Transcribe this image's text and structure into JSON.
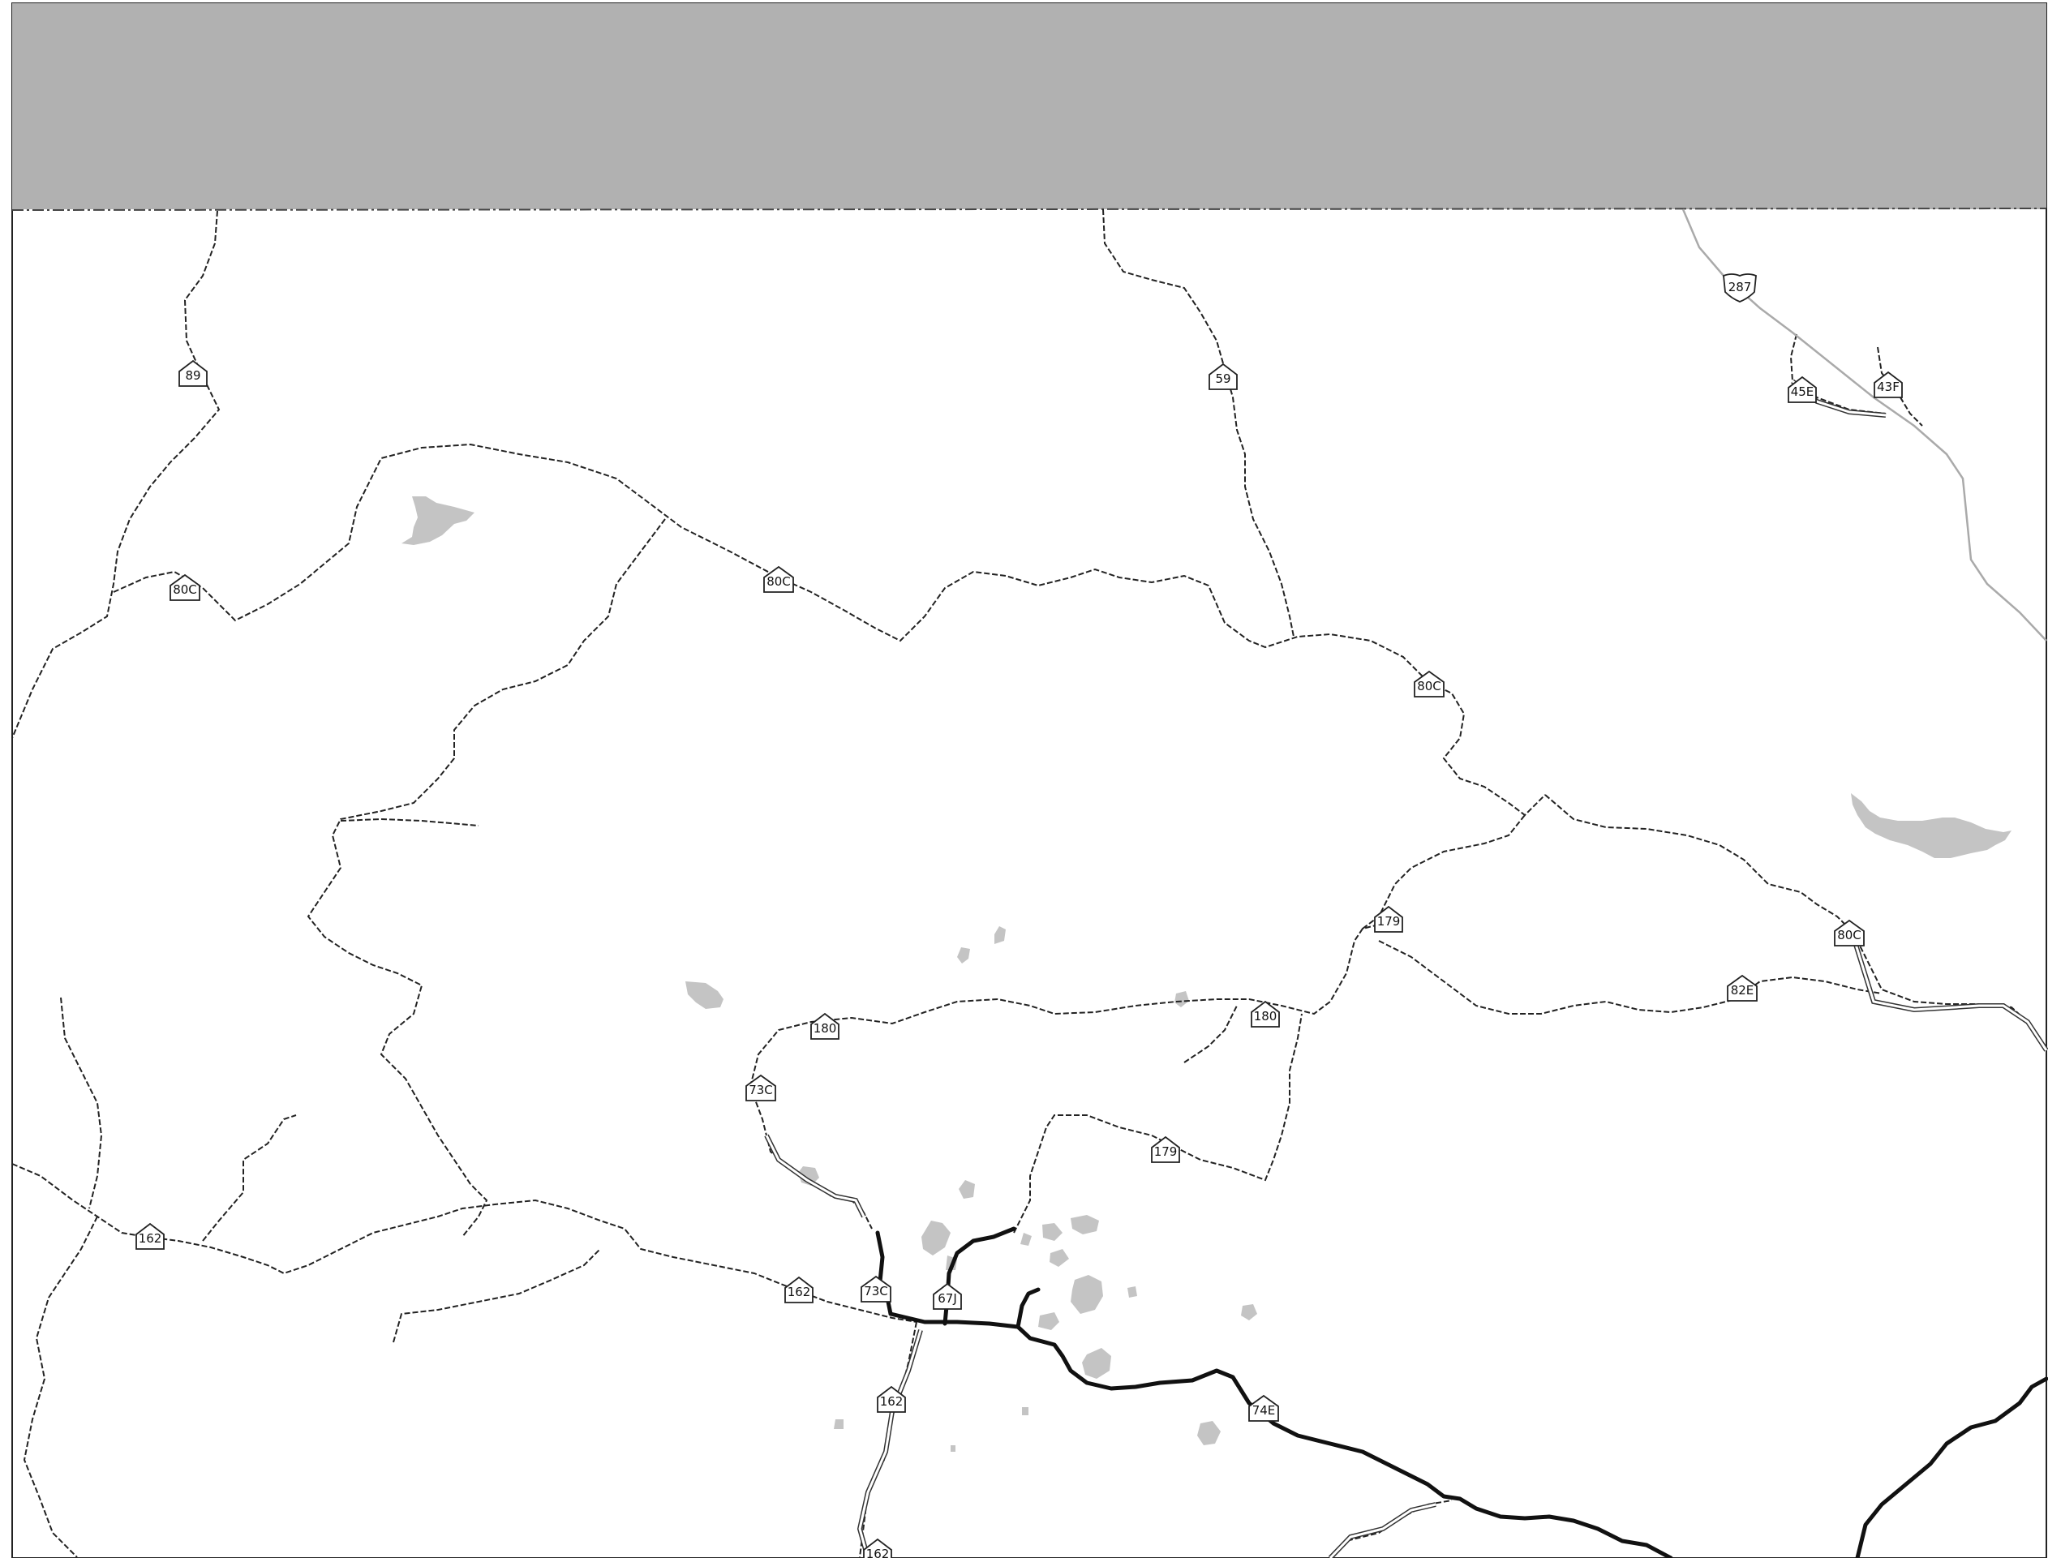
{
  "map": {
    "colors": {
      "background": "#ffffff",
      "out_of_area": "#b1b1b1",
      "water": "#c4c4c4",
      "road": "#222222",
      "paved_highway": "#aaaaaa",
      "main_road": "#111111"
    },
    "route_shields": [
      {
        "label": "89",
        "kind": "forest-route"
      },
      {
        "label": "59",
        "kind": "forest-route"
      },
      {
        "label": "287",
        "kind": "us-highway"
      },
      {
        "label": "45E",
        "kind": "forest-route"
      },
      {
        "label": "43F",
        "kind": "forest-route"
      },
      {
        "label": "80C",
        "kind": "forest-route"
      },
      {
        "label": "80C",
        "kind": "forest-route"
      },
      {
        "label": "80C",
        "kind": "forest-route"
      },
      {
        "label": "80C",
        "kind": "forest-route"
      },
      {
        "label": "179",
        "kind": "forest-route"
      },
      {
        "label": "82E",
        "kind": "forest-route"
      },
      {
        "label": "180",
        "kind": "forest-route"
      },
      {
        "label": "180",
        "kind": "forest-route"
      },
      {
        "label": "73C",
        "kind": "forest-route"
      },
      {
        "label": "179",
        "kind": "forest-route"
      },
      {
        "label": "162",
        "kind": "forest-route"
      },
      {
        "label": "162",
        "kind": "forest-route"
      },
      {
        "label": "73C",
        "kind": "forest-route"
      },
      {
        "label": "67J",
        "kind": "forest-route"
      },
      {
        "label": "162",
        "kind": "forest-route"
      },
      {
        "label": "74E",
        "kind": "forest-route"
      },
      {
        "label": "162",
        "kind": "forest-route"
      }
    ]
  }
}
